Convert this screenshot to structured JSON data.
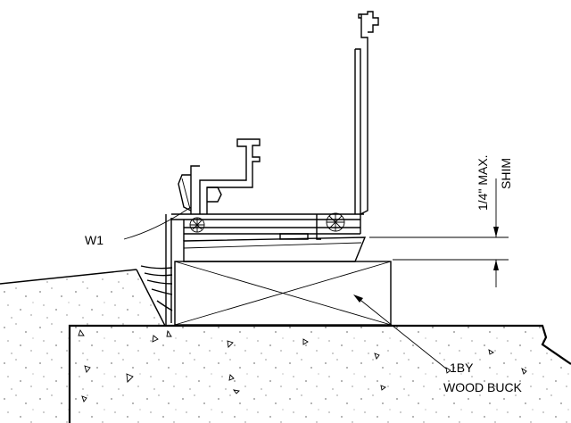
{
  "labels": {
    "w1": "W1",
    "dim": "1/4\" MAX.",
    "shim": "SHIM",
    "oneby": "1BY",
    "wood_buck": "WOOD BUCK"
  },
  "colors": {
    "line": "#000000",
    "background": "#ffffff"
  }
}
